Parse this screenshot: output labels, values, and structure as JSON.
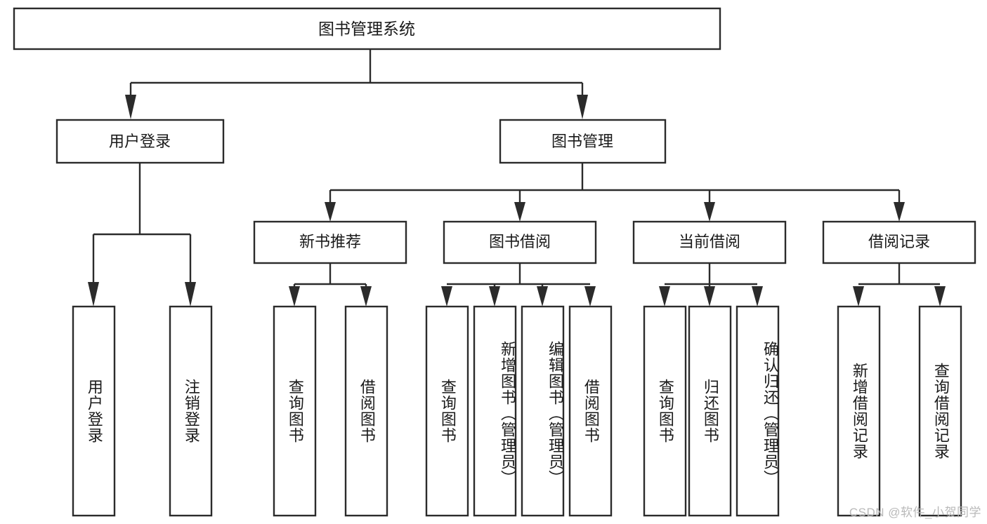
{
  "diagram": {
    "type": "tree",
    "title": "图书管理系统",
    "watermark": "CSDN @软件_小贺同学",
    "colors": {
      "stroke": "#2b2b2b",
      "fill": "#ffffff",
      "text": "#1a1a1a",
      "watermark": "#b9b9b9"
    },
    "nodes": {
      "root": {
        "label": "图书管理系统",
        "level": 0,
        "orientation": "horizontal"
      },
      "l1": [
        {
          "id": "user-login",
          "label": "用户登录",
          "orientation": "horizontal"
        },
        {
          "id": "book-manage",
          "label": "图书管理",
          "orientation": "horizontal"
        }
      ],
      "l2": [
        {
          "id": "new-book-rec",
          "label": "新书推荐",
          "orientation": "horizontal",
          "parent": "book-manage"
        },
        {
          "id": "book-borrow",
          "label": "图书借阅",
          "orientation": "horizontal",
          "parent": "book-manage"
        },
        {
          "id": "current-borrow",
          "label": "当前借阅",
          "orientation": "horizontal",
          "parent": "book-manage"
        },
        {
          "id": "borrow-record",
          "label": "借阅记录",
          "orientation": "horizontal",
          "parent": "book-manage"
        }
      ],
      "leaves": [
        {
          "id": "leaf-user-login",
          "label": "用户登录",
          "parent": "user-login",
          "orientation": "vertical"
        },
        {
          "id": "leaf-logout-login",
          "label": "注销登录",
          "parent": "user-login",
          "orientation": "vertical"
        },
        {
          "id": "leaf-query-book-1",
          "label": "查询图书",
          "parent": "new-book-rec",
          "orientation": "vertical"
        },
        {
          "id": "leaf-borrow-book-1",
          "label": "借阅图书",
          "parent": "new-book-rec",
          "orientation": "vertical"
        },
        {
          "id": "leaf-query-book-2",
          "label": "查询图书",
          "parent": "book-borrow",
          "orientation": "vertical"
        },
        {
          "id": "leaf-add-book",
          "label": "新增图书（管理员）",
          "parent": "book-borrow",
          "orientation": "vertical"
        },
        {
          "id": "leaf-edit-book",
          "label": "编辑图书（管理员）",
          "parent": "book-borrow",
          "orientation": "vertical"
        },
        {
          "id": "leaf-borrow-book-2",
          "label": "借阅图书",
          "parent": "book-borrow",
          "orientation": "vertical"
        },
        {
          "id": "leaf-query-book-3",
          "label": "查询图书",
          "parent": "current-borrow",
          "orientation": "vertical"
        },
        {
          "id": "leaf-return-book",
          "label": "归还图书",
          "parent": "current-borrow",
          "orientation": "vertical"
        },
        {
          "id": "leaf-confirm-return",
          "label": "确认归还（管理员）",
          "parent": "current-borrow",
          "orientation": "vertical"
        },
        {
          "id": "leaf-add-record",
          "label": "新增借阅记录",
          "parent": "borrow-record",
          "orientation": "vertical"
        },
        {
          "id": "leaf-query-record",
          "label": "查询借阅记录",
          "parent": "borrow-record",
          "orientation": "vertical"
        }
      ]
    }
  }
}
